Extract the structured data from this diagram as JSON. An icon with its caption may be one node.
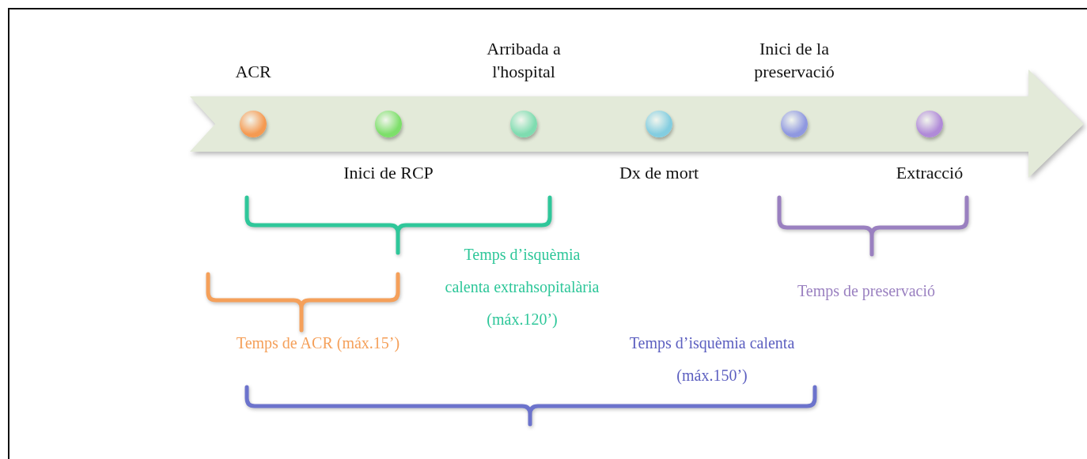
{
  "diagram": {
    "nodes": [
      {
        "text": [
          "ACR"
        ]
      },
      {
        "text": [
          "Inici de RCP"
        ]
      },
      {
        "text": [
          "Arribada a l'hospital"
        ]
      },
      {
        "text": [
          "Dx de mort"
        ]
      },
      {
        "text": [
          "Inici de la preservació"
        ]
      },
      {
        "text": [
          "Extracció"
        ]
      }
    ],
    "labels": [
      "Temps d’isquèmia calenta extrahsopitalària (máx.120’)",
      "Temps de preservació",
      "Temps de ACR (máx.15’)",
      "Temps d’isquèmia calenta (máx.150’)"
    ]
  }
}
